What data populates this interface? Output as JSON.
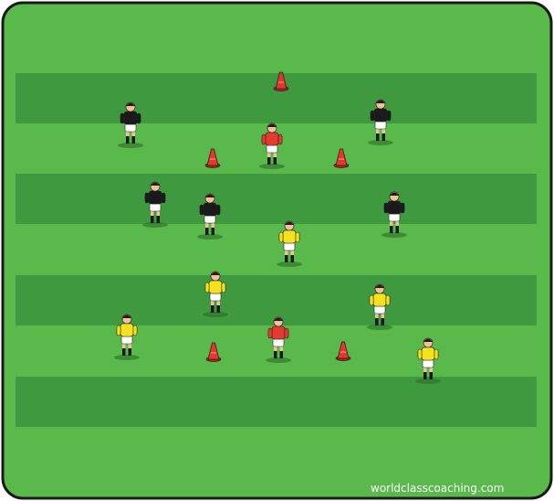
{
  "diagram": {
    "colors": {
      "grass_light": "#5ab94b",
      "grass_dark": "#3f9a3f",
      "border": "#1a1a1a",
      "cone": "#e8362a",
      "team_black_shirt": "#1a1a1a",
      "team_yellow_shirt": "#f4e21c",
      "neutral_red_shirt": "#e53b2e",
      "shorts": "#ffffff",
      "skin": "#f0c29a"
    },
    "players": [
      {
        "team": "black"
      },
      {
        "team": "black"
      },
      {
        "team": "black"
      },
      {
        "team": "black"
      },
      {
        "team": "black"
      },
      {
        "team": "red"
      },
      {
        "team": "red"
      },
      {
        "team": "yellow"
      },
      {
        "team": "yellow"
      },
      {
        "team": "yellow"
      },
      {
        "team": "yellow"
      },
      {
        "team": "yellow"
      }
    ],
    "cone_count": 5
  },
  "watermark": "worldclasscoaching.com"
}
